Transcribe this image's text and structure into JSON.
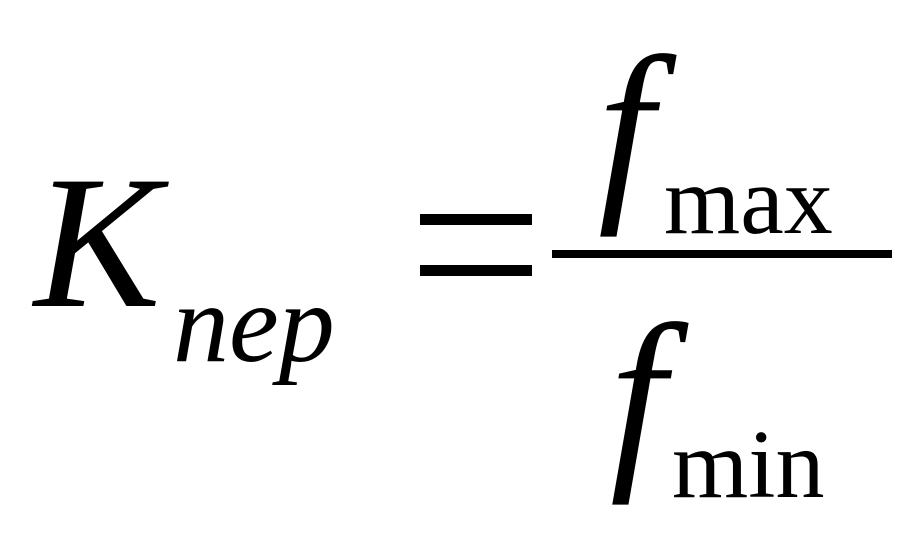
{
  "formula": {
    "lhs": {
      "symbol": "K",
      "subscript": "nep"
    },
    "operator": "=",
    "numerator": {
      "symbol": "f",
      "subscript": "max"
    },
    "denominator": {
      "symbol": "f",
      "subscript": "min"
    }
  }
}
